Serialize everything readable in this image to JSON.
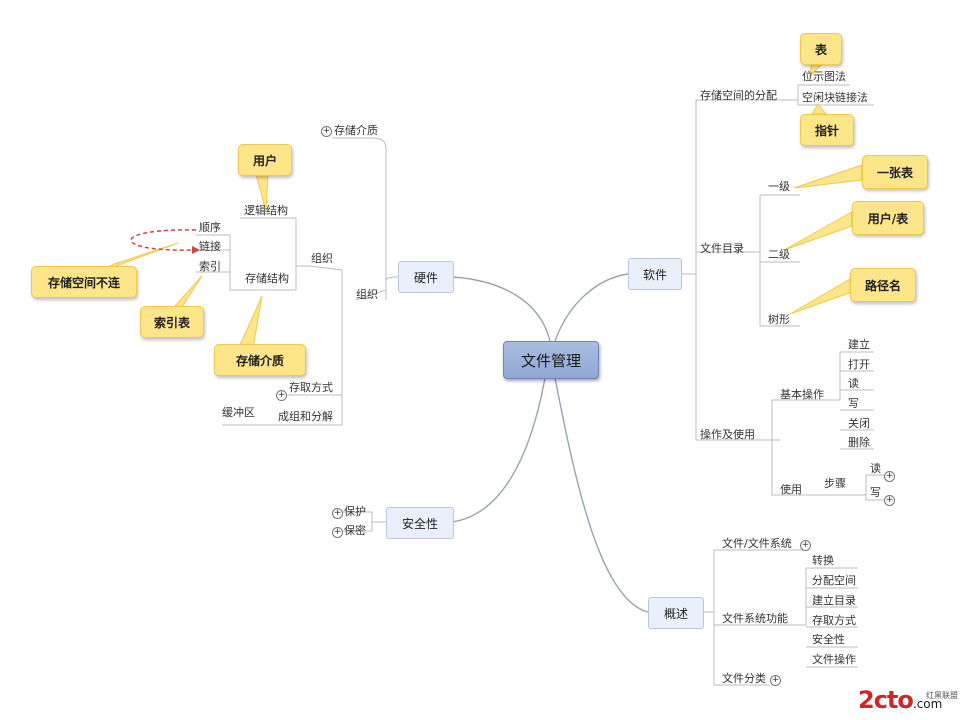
{
  "root": "文件管理",
  "hardware": {
    "label": "硬件",
    "storage_media": "存储介质",
    "org": "组织",
    "org_sub": "组织",
    "logical": "逻辑结构",
    "physical": "存储结构",
    "order": "顺序",
    "link": "链接",
    "index": "索引",
    "access": "存取方式",
    "buffer": "缓冲区",
    "grouping": "成组和分解",
    "note_user": "用户",
    "note_noncontig": "存储空间不连",
    "note_index_table": "索引表",
    "note_media": "存储介质"
  },
  "security": {
    "label": "安全性",
    "protect": "保护",
    "secret": "保密"
  },
  "software": {
    "label": "软件",
    "alloc": "存储空间的分配",
    "bitmap": "位示图法",
    "freelist": "空闲块链接法",
    "note_table": "表",
    "note_pointer": "指针",
    "dir": "文件目录",
    "level1": "一级",
    "level2": "二级",
    "tree": "树形",
    "note_onetable": "一张表",
    "note_usertable": "用户/表",
    "note_path": "路径名",
    "ops": "操作及使用",
    "basic": "基本操作",
    "create": "建立",
    "open": "打开",
    "read": "读",
    "write": "写",
    "close": "关闭",
    "delete": "删除",
    "use": "使用",
    "steps": "步骤",
    "s_read": "读",
    "s_write": "写"
  },
  "overview": {
    "label": "概述",
    "file_sys": "文件/文件系统",
    "func": "文件系统功能",
    "convert": "转换",
    "alloc_space": "分配空间",
    "make_dir": "建立目录",
    "access": "存取方式",
    "security": "安全性",
    "file_ops": "文件操作",
    "classify": "文件分类"
  },
  "watermark": {
    "brand": "2cto",
    "dot": ".com",
    "cn": "红黑联盟"
  }
}
